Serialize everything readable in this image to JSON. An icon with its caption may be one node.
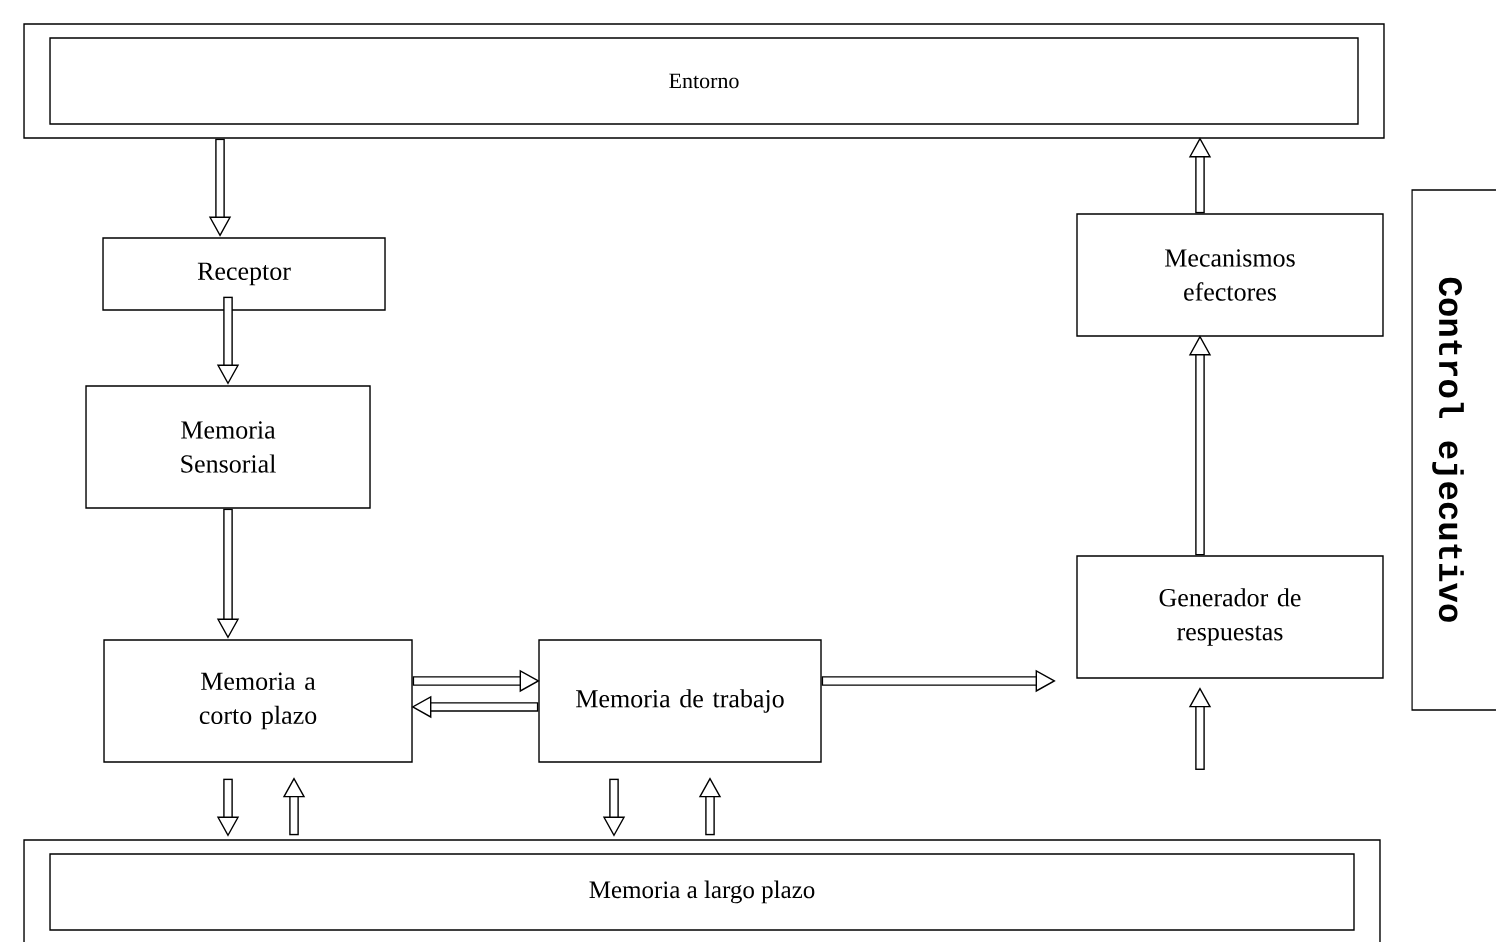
{
  "diagram": {
    "nodes": [
      {
        "text": [
          "Entorno"
        ]
      },
      {
        "text": [
          "Receptor"
        ]
      },
      {
        "text": [
          "Memoria Sensorial"
        ]
      },
      {
        "text": [
          "Memoria a corto plazo"
        ]
      },
      {
        "text": [
          "Memoria de trabajo"
        ]
      },
      {
        "text": [
          "Generador de respuestas"
        ]
      },
      {
        "text": [
          "Mecanismos efectores"
        ]
      },
      {
        "text": [
          "Memoria a largo plazo"
        ]
      },
      {
        "text": [
          "Control ejecutivo"
        ]
      }
    ],
    "edges": [
      {
        "from": 0,
        "to": 1,
        "arrow": "to"
      },
      {
        "from": 1,
        "to": 2,
        "arrow": "to"
      },
      {
        "from": 2,
        "to": 3,
        "arrow": "to"
      },
      {
        "from": 3,
        "to": 4,
        "arrow": "to"
      },
      {
        "from": 4,
        "to": 3,
        "arrow": "to"
      },
      {
        "from": 4,
        "to": 5,
        "arrow": "to"
      },
      {
        "from": 5,
        "to": 6,
        "arrow": "to"
      },
      {
        "from": 6,
        "to": 0,
        "arrow": "to"
      },
      {
        "from": 3,
        "to": 7,
        "arrow": "to"
      },
      {
        "from": 7,
        "to": 3,
        "arrow": "to"
      },
      {
        "from": 4,
        "to": 7,
        "arrow": "to"
      },
      {
        "from": 7,
        "to": 4,
        "arrow": "to"
      },
      {
        "from": null,
        "to": 5,
        "arrow": "to"
      }
    ]
  }
}
